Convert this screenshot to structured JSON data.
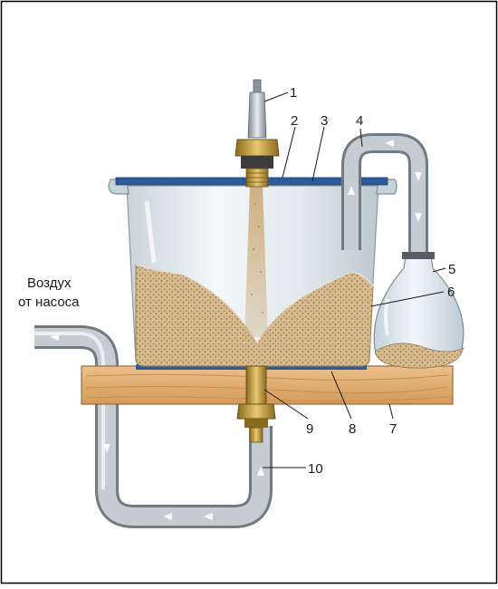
{
  "diagram": {
    "caption_lines": [
      "Воздух",
      "от насоса"
    ],
    "callouts": [
      "1",
      "2",
      "3",
      "4",
      "5",
      "6",
      "7",
      "8",
      "9",
      "10"
    ],
    "colors": {
      "frame": "#000000",
      "wood": "#e3b174",
      "wood_dark": "#b9803f",
      "bowl_glass": "#dfe8ec",
      "bowl_rim": "#c7d3d9",
      "lid_blue": "#2d5a9a",
      "sand": "#d7b98b",
      "sand_dark": "#a7865a",
      "tube_grey": "#b9c2c9",
      "brass": "#c9a544",
      "flask_glass": "#dce7ee",
      "spark_plug_ceramic": "#a9b2ba"
    }
  }
}
